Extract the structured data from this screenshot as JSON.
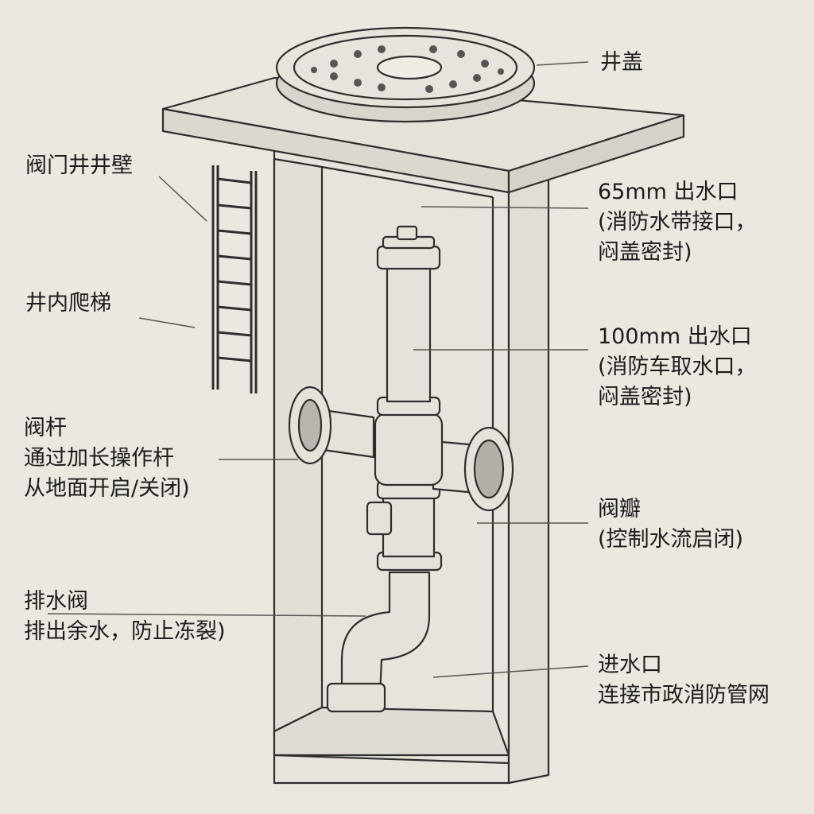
{
  "labels": {
    "cover": "井盖",
    "wall": "阀门井井壁",
    "ladder": "井内爬梯",
    "outlet65": {
      "line1": "65mm 出水口",
      "line2": "(消防水带接口，",
      "line3": "闷盖密封)"
    },
    "outlet100": {
      "line1": "100mm 出水口",
      "line2": "(消防车取水口，",
      "line3": "闷盖密封)"
    },
    "stem": {
      "line1": "阀杆",
      "line2": "通过加长操作杆",
      "line3": "从地面开启/关闭)"
    },
    "disc": {
      "line1": "阀瓣",
      "line2": "(控制水流启闭)"
    },
    "drain": {
      "line1": "排水阀",
      "line2": "排出余水，防止冻裂)"
    },
    "inlet": {
      "line1": "进水口",
      "line2": "连接市政消防管网"
    }
  },
  "colors": {
    "paper": "#ece8e0",
    "ink": "#2a2a2a",
    "pipe": "#e4e0d8"
  }
}
